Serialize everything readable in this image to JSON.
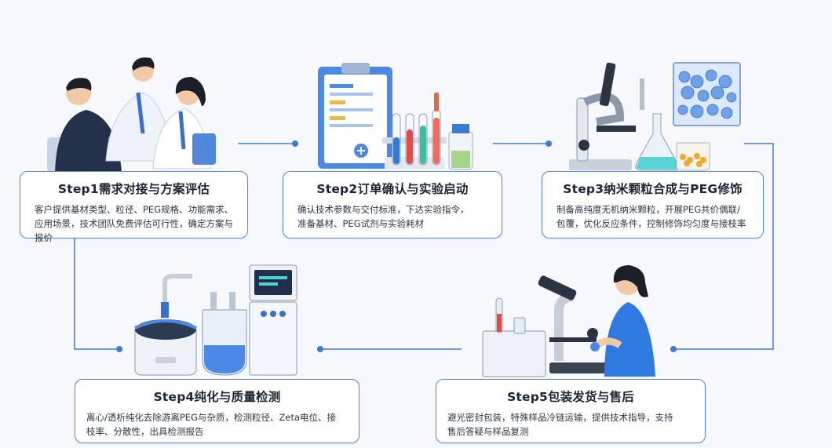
{
  "steps": [
    {
      "title": "Step1需求对接与方案评估",
      "lines": [
        "客户提供基材类型、粒径、PEG规格、功能需求、",
        "应用场景，技术团队免费评估可行性，确定方案与报价"
      ]
    },
    {
      "title": "Step2订单确认与实验启动",
      "lines": [
        "确认技术参数与交付标准，下达实验指令，",
        "准备基材、PEG试剂与实验耗材"
      ]
    },
    {
      "title": "Step3纳米颗粒合成与PEG修饰",
      "lines": [
        "制备高纯度无机纳米颗粒，开展PEG共价偶联/",
        "包覆，优化反应条件，控制修饰均匀度与接枝率"
      ]
    },
    {
      "title": "Step4纯化与质量检测",
      "lines": [
        "离心/透析纯化去除游离PEG与杂质，检测粒径、Zeta电位、接",
        "枝率、分散性，出具检测报告"
      ]
    },
    {
      "title": "Step5包装发货与售后",
      "lines": [
        "避光密封包装，特殊样品冷链运输，提供技术指导，支持",
        "售后答疑与样品复测"
      ]
    }
  ],
  "colors": {
    "accent": "#4a8ae6",
    "line": "#3b7be0",
    "text": "#1a2535"
  }
}
